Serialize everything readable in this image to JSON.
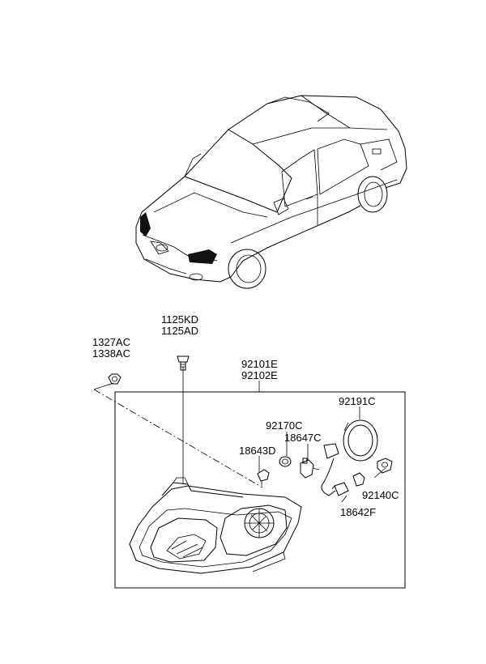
{
  "parts": {
    "bolt_a": "1125KD",
    "bolt_b": "1125AD",
    "nut_a": "1327AC",
    "nut_b": "1338AC",
    "assy_a": "92101E",
    "assy_b": "92102E",
    "cap": "92191C",
    "socket": "92170C",
    "bulb_h": "18647C",
    "bulb_side": "18643D",
    "harness": "18642F",
    "socket_side": "92140C"
  }
}
